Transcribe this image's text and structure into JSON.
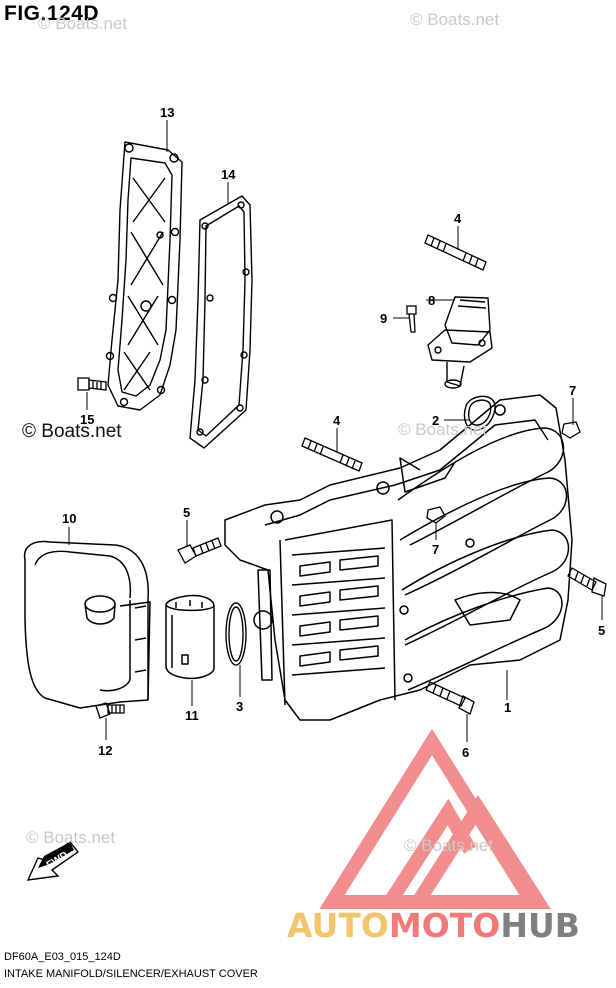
{
  "figure_title": "FIG.124D",
  "watermarks": {
    "top_left": "© Boats.net",
    "top_right": "© Boats.net",
    "left_mid": "© Boats.net",
    "center": "© Boats.net",
    "bottom_left": "© Boats.net",
    "bottom_right": "© Boats.net"
  },
  "fwd_label": "FWD",
  "footer": {
    "code": "DF60A_E03_015_124D",
    "description": "INTAKE MANIFOLD/SILENCER/EXHAUST COVER"
  },
  "brand": {
    "part1": "AUTO",
    "part2": "MOTO",
    "part3": "HUB"
  },
  "callouts": {
    "n1": "1",
    "n2": "2",
    "n3": "3",
    "n4a": "4",
    "n4b": "4",
    "n5a": "5",
    "n5b": "5",
    "n6": "6",
    "n7a": "7",
    "n7b": "7",
    "n8": "8",
    "n9": "9",
    "n10": "10",
    "n11": "11",
    "n12": "12",
    "n13": "13",
    "n14": "14",
    "n15": "15"
  },
  "colors": {
    "line": "#000000",
    "watermark": "#c9c9c9",
    "logo_red": "#f07a7a",
    "logo_yellow": "#f2c46b",
    "logo_gray": "#7f7f7f"
  }
}
